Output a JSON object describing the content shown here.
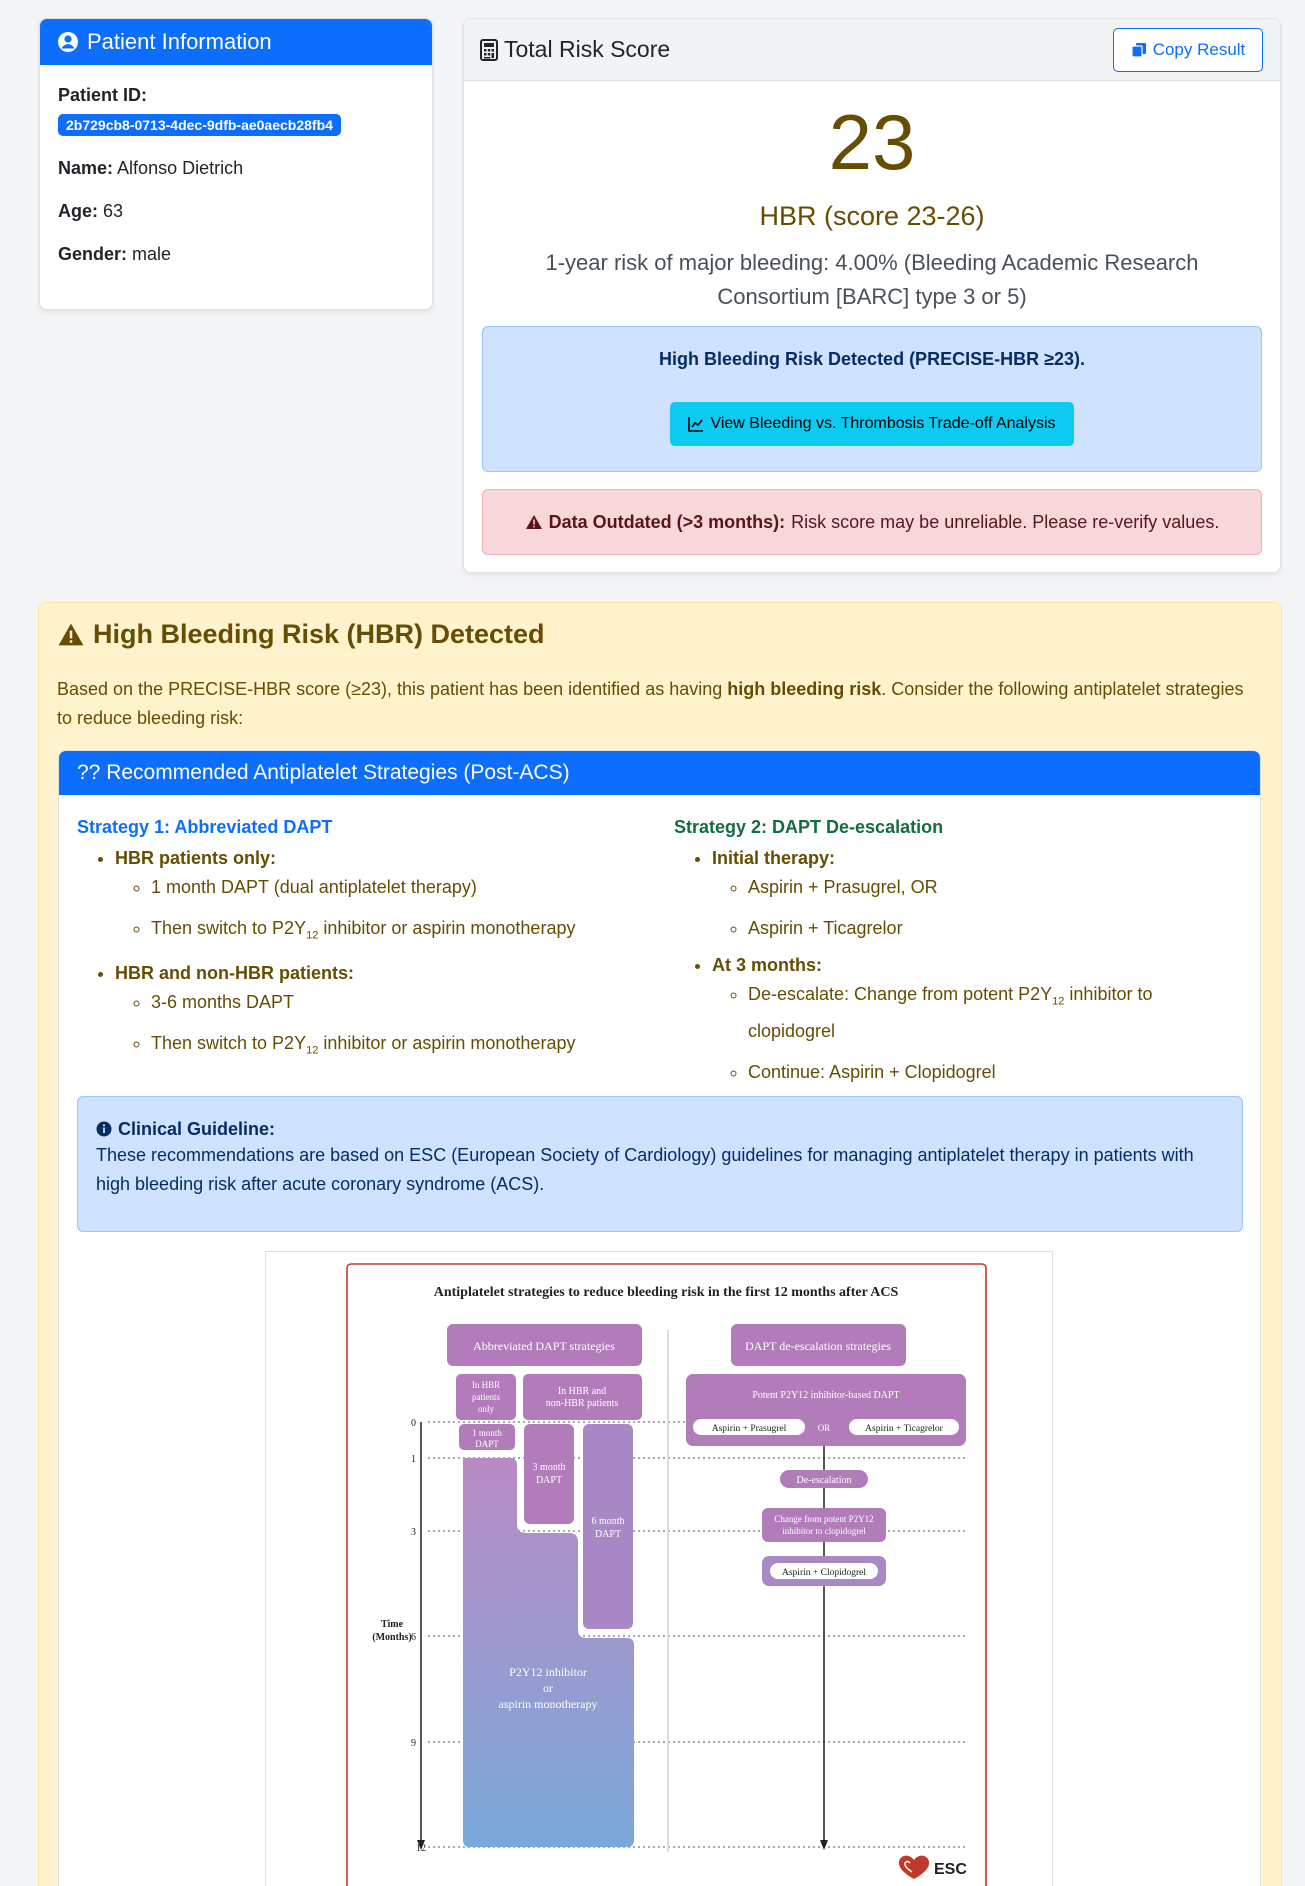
{
  "patient": {
    "header": "Patient Information",
    "id_label": "Patient ID:",
    "id": "2b729cb8-0713-4dec-9dfb-ae0aecb28fb4",
    "name_label": "Name:",
    "name": "Alfonso Dietrich",
    "age_label": "Age:",
    "age": "63",
    "gender_label": "Gender:",
    "gender": "male"
  },
  "risk": {
    "header": "Total Risk Score",
    "copy_label": "Copy Result",
    "score": "23",
    "category": "HBR (score 23-26)",
    "description": "1-year risk of major bleeding: 4.00% (Bleeding Academic Research Consortium [BARC] type 3 or 5)",
    "info_alert": "High Bleeding Risk Detected (PRECISE-HBR ≥23).",
    "tradeoff_label": "View Bleeding vs. Thrombosis Trade-off Analysis",
    "danger_bold": "Data Outdated (>3 months):",
    "danger_text": "Risk score may be unreliable. Please re-verify values."
  },
  "hbr": {
    "title": "High Bleeding Risk (HBR) Detected",
    "intro_pre": "Based on the PRECISE-HBR score (≥23), this patient has been identified as having",
    "intro_bold": "high bleeding risk",
    "intro_post": ". Consider the following antiplatelet strategies to reduce bleeding risk:",
    "rec_header": "?? Recommended Antiplatelet Strategies (Post-ACS)",
    "strategy1": {
      "title": "Strategy 1: Abbreviated DAPT",
      "g1": "HBR patients only:",
      "g1_i1": "1 month DAPT (dual antiplatelet therapy)",
      "g1_i2_pre": "Then switch to P2Y",
      "g1_i2_post": " inhibitor or aspirin monotherapy",
      "g2": "HBR and non-HBR patients:",
      "g2_i1": "3-6 months DAPT",
      "g2_i2_pre": "Then switch to P2Y",
      "g2_i2_post": " inhibitor or aspirin monotherapy"
    },
    "strategy2": {
      "title": "Strategy 2: DAPT De-escalation",
      "g1": "Initial therapy:",
      "g1_i1": "Aspirin + Prasugrel, OR",
      "g1_i2": "Aspirin + Ticagrelor",
      "g2": "At 3 months:",
      "g2_i1_pre": "De-escalate: Change from potent P2Y",
      "g2_i1_post": " inhibitor to clopidogrel",
      "g2_i2": "Continue: Aspirin + Clopidogrel"
    },
    "subscript": "12",
    "guideline_title": "Clinical Guideline:",
    "guideline_text": "These recommendations are based on ESC (European Society of Cardiology) guidelines for managing antiplatelet therapy in patients with high bleeding risk after acute coronary syndrome (ACS).",
    "figure": {
      "title": "Antiplatelet strategies to reduce bleeding risk in the first 12 months after ACS",
      "abbrev_header": "Abbreviated DAPT strategies",
      "deesc_header": "DAPT de-escalation strategies",
      "hbr_only_1": "In HBR",
      "hbr_only_2": "patients",
      "hbr_only_3": "only",
      "hbr_non_1": "In HBR and",
      "hbr_non_2": "non-HBR patients",
      "one_month_1": "1 month",
      "one_month_2": "DAPT",
      "three_month_1": "3 month",
      "three_month_2": "DAPT",
      "six_month_1": "6 month",
      "six_month_2": "DAPT",
      "mono_1": "P2Y12 inhibitor",
      "mono_2": "or",
      "mono_3": "aspirin monotherapy",
      "potent": "Potent P2Y12 inhibitor-based DAPT",
      "asp_pras": "Aspirin + Prasugrel",
      "or": "OR",
      "asp_tica": "Aspirin + Ticagrelor",
      "deescalation": "De-escalation",
      "change_1": "Change from potent P2Y12",
      "change_2": "inhibitor to clopidogrel",
      "asp_clop": "Aspirin + Clopidogrel",
      "time_1": "Time",
      "time_2": "(Months)",
      "ticks": [
        "0",
        "1",
        "3",
        "6",
        "9",
        "12"
      ],
      "esc": "ESC"
    }
  },
  "colors": {
    "primary": "#0d6efd",
    "warning_text": "#664d03",
    "info_bg": "#cfe2ff",
    "danger_bg": "#f8d7da",
    "cyan": "#0dcaf0",
    "figure_purple": "#b27cbb",
    "figure_frame": "#c0392b"
  }
}
